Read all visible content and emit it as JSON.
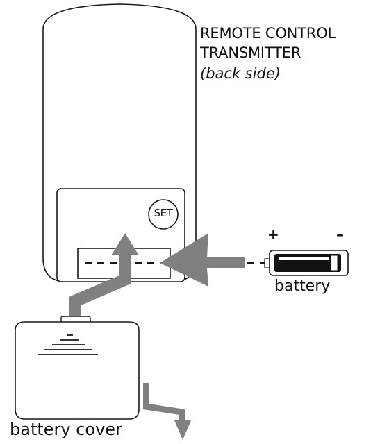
{
  "labels": {
    "title_line1": "REMOTE CONTROL",
    "title_line2": "TRANSMITTER",
    "title_line3": "(back side)",
    "set_button": "SET",
    "battery": "battery",
    "battery_cover": "battery cover",
    "plus": "+",
    "minus": "–"
  },
  "colors": {
    "outline": "#1a1a1a",
    "arrow": "#808080",
    "background": "#ffffff"
  }
}
